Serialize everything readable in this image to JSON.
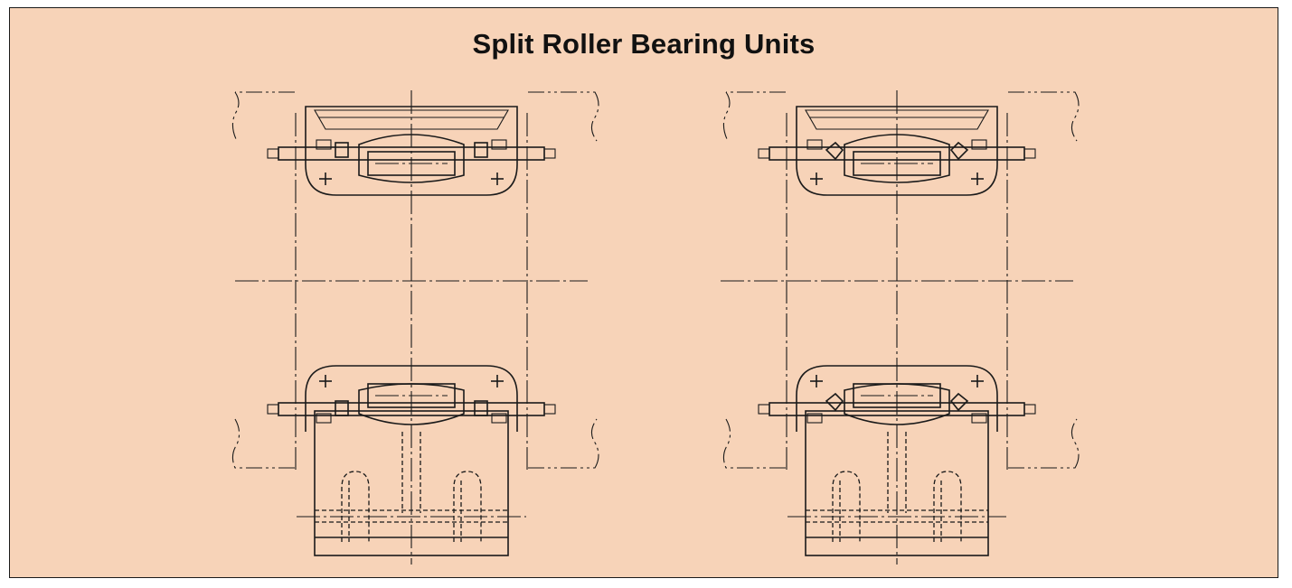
{
  "title": "Split Roller Bearing Units",
  "colors": {
    "background": "#f7d3b8",
    "panel_border": "#1a1a1a",
    "linework": "#1a1a1a",
    "part_fill": "#ffffff"
  },
  "figures": [
    {
      "id": "left",
      "seal": "labyrinth"
    },
    {
      "id": "right",
      "seal": "lip-seal"
    }
  ]
}
